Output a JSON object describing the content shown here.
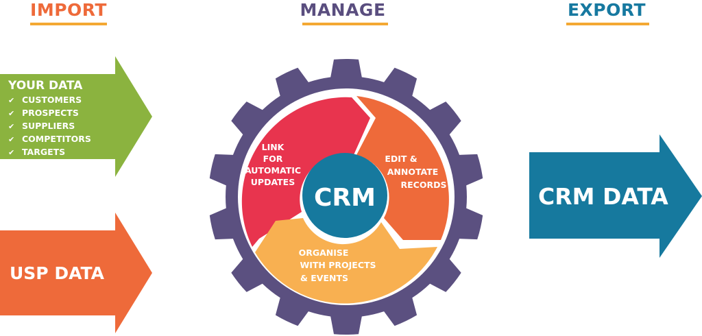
{
  "headings": {
    "import": "IMPORT",
    "manage": "MANAGE",
    "export": "EXPORT"
  },
  "import_arrows": {
    "your_data": {
      "title": "YOUR DATA",
      "items": [
        "CUSTOMERS",
        "PROSPECTS",
        "SUPPLIERS",
        "COMPETITORS",
        "TARGETS"
      ]
    },
    "usp_data": {
      "title": "USP DATA"
    }
  },
  "gear": {
    "center": "CRM",
    "segments": {
      "link": [
        "LINK",
        "FOR",
        "AUTOMATIC",
        "UPDATES"
      ],
      "edit": [
        "EDIT &",
        "ANNOTATE",
        "RECORDS"
      ],
      "organise": [
        "ORGANISE",
        "WITH PROJECTS",
        "& EVENTS"
      ]
    }
  },
  "export_arrow": {
    "title": "CRM DATA"
  },
  "colors": {
    "import_heading": "#ee6a3a",
    "manage_heading": "#5a4e7f",
    "export_heading": "#1779a0",
    "underline": "#f4a833",
    "green": "#8bb33f",
    "orange": "#ee6a3a",
    "red": "#e8344e",
    "yellow": "#f8b051",
    "purple": "#5b5080",
    "teal": "#16799e"
  }
}
